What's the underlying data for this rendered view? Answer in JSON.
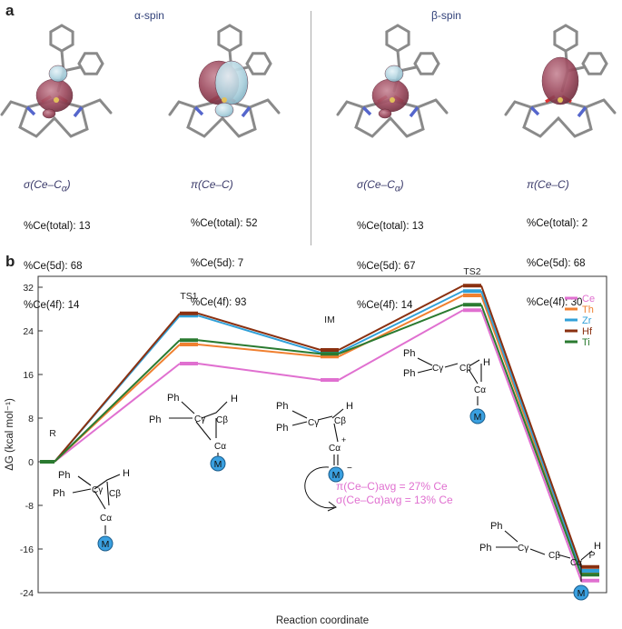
{
  "panel_a": {
    "letter": "a",
    "alpha_title": "α-spin",
    "beta_title": "β-spin",
    "orbitals": [
      {
        "label_main": "σ(Ce–C",
        "label_sub": "α",
        "label_end": ")",
        "stats": [
          "%Ce(total): 13",
          "%Ce(5d): 68",
          "%Ce(4f): 14"
        ]
      },
      {
        "label_main": "π(Ce–C)",
        "label_sub": "",
        "label_end": "",
        "stats": [
          "%Ce(total): 52",
          "%Ce(5d): 7",
          "%Ce(4f): 93"
        ]
      },
      {
        "label_main": "σ(Ce–C",
        "label_sub": "α",
        "label_end": ")",
        "stats": [
          "%Ce(total): 13",
          "%Ce(5d): 67",
          "%Ce(4f): 14"
        ]
      },
      {
        "label_main": "π(Ce–C)",
        "label_sub": "",
        "label_end": "",
        "stats": [
          "%Ce(total): 2",
          "%Ce(5d): 68",
          "%Ce(4f): 30"
        ]
      }
    ]
  },
  "panel_b": {
    "letter": "b",
    "annotation_pi": "π(Ce–C)avg = 27% Ce",
    "annotation_sigma": "σ(Ce–Cα)avg = 13% Ce",
    "metal_label": "M",
    "ph_label": "Ph",
    "h_label": "H"
  },
  "chart_data": {
    "type": "line",
    "xlabel": "Reaction coordinate",
    "ylabel": "ΔG (kcal mol⁻¹)",
    "ylim": [
      -24,
      34
    ],
    "yticks": [
      -24,
      -16,
      -8,
      0,
      8,
      16,
      24,
      32
    ],
    "categories": [
      "R",
      "TS1",
      "IM",
      "TS2",
      "P"
    ],
    "legend_placement": "top-right",
    "series": [
      {
        "name": "Ce",
        "color": "#e070d0",
        "values": [
          0,
          18.0,
          15.0,
          27.8,
          -21.8
        ]
      },
      {
        "name": "Th",
        "color": "#f08030",
        "values": [
          0,
          21.5,
          19.3,
          30.5,
          -20.5
        ]
      },
      {
        "name": "Zr",
        "color": "#30a0d8",
        "values": [
          0,
          26.8,
          20.0,
          31.3,
          -20.0
        ]
      },
      {
        "name": "Hf",
        "color": "#8a3010",
        "values": [
          0,
          27.2,
          20.5,
          32.3,
          -19.3
        ]
      },
      {
        "name": "Ti",
        "color": "#2a7a30",
        "values": [
          0,
          22.3,
          19.8,
          28.8,
          -20.7
        ]
      }
    ]
  }
}
